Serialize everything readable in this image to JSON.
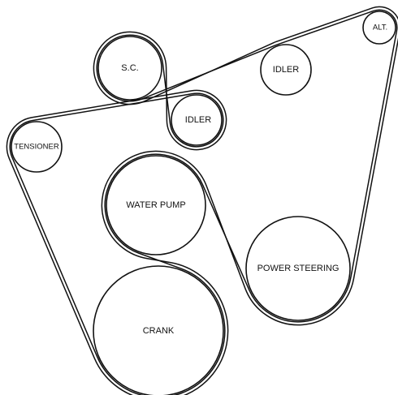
{
  "diagram": {
    "pulleys": {
      "sc": {
        "label": "S.C."
      },
      "idler_top": {
        "label": "IDLER"
      },
      "alt": {
        "label": "ALT."
      },
      "idler_mid": {
        "label": "IDLER"
      },
      "tensioner": {
        "label": "TENSIONER"
      },
      "water_pump": {
        "label": "WATER PUMP"
      },
      "power_steering": {
        "label": "POWER STEERING"
      },
      "crank": {
        "label": "CRANK"
      }
    },
    "colors": {
      "line": "#111111",
      "background": "#ffffff"
    }
  }
}
